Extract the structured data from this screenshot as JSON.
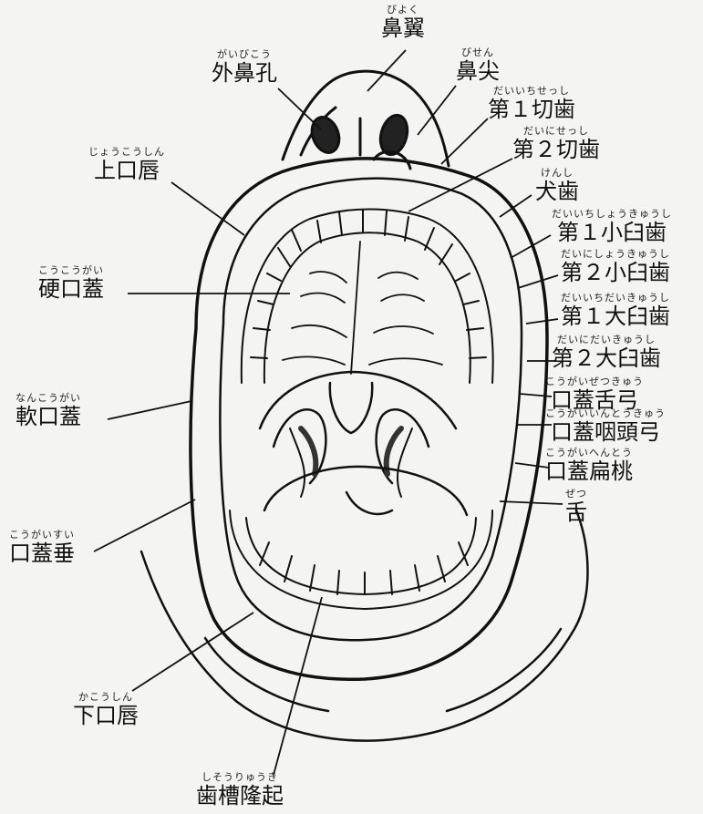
{
  "labels": {
    "biyoku": {
      "ruby": "びよく",
      "text": "鼻翼"
    },
    "gaibikou": {
      "ruby": "がいびこう",
      "text": "外鼻孔"
    },
    "bisen": {
      "ruby": "びせん",
      "text": "鼻尖"
    },
    "dai1_sesshi": {
      "ruby": "だいいちせっし",
      "text": "第１切歯"
    },
    "dai2_sesshi": {
      "ruby": "だいにせっし",
      "text": "第２切歯"
    },
    "kenshi": {
      "ruby": "けんし",
      "text": "犬歯"
    },
    "joukoushin": {
      "ruby": "じょうこうしん",
      "text": "上口唇"
    },
    "dai1_shoukyuushi": {
      "ruby": "だいいちしょうきゅうし",
      "text": "第１小臼歯"
    },
    "dai2_shoukyuushi": {
      "ruby": "だいにしょうきゅうし",
      "text": "第２小臼歯"
    },
    "koukougai": {
      "ruby": "こうこうがい",
      "text": "硬口蓋"
    },
    "dai1_daikyuushi": {
      "ruby": "だいいちだいきゅうし",
      "text": "第１大臼歯"
    },
    "dai2_daikyuushi": {
      "ruby": "だいにだいきゅうし",
      "text": "第２大臼歯"
    },
    "nankougai": {
      "ruby": "なんこうがい",
      "text": "軟口蓋"
    },
    "kougaizetsukyuu": {
      "ruby": "こうがいぜつきゅう",
      "text": "口蓋舌弓"
    },
    "kougaiintoukyuu": {
      "ruby": "こうがいいんとうきゅう",
      "text": "口蓋咽頭弓"
    },
    "kougaihentou": {
      "ruby": "こうがいへんとう",
      "text": "口蓋扁桃"
    },
    "zetsu": {
      "ruby": "ぜつ",
      "text": "舌"
    },
    "kougaisui": {
      "ruby": "こうがいすい",
      "text": "口蓋垂"
    },
    "kakoushin": {
      "ruby": "かこうしん",
      "text": "下口唇"
    },
    "shisouryuuki": {
      "ruby": "しそうりゅうき",
      "text": "歯槽隆起"
    }
  }
}
